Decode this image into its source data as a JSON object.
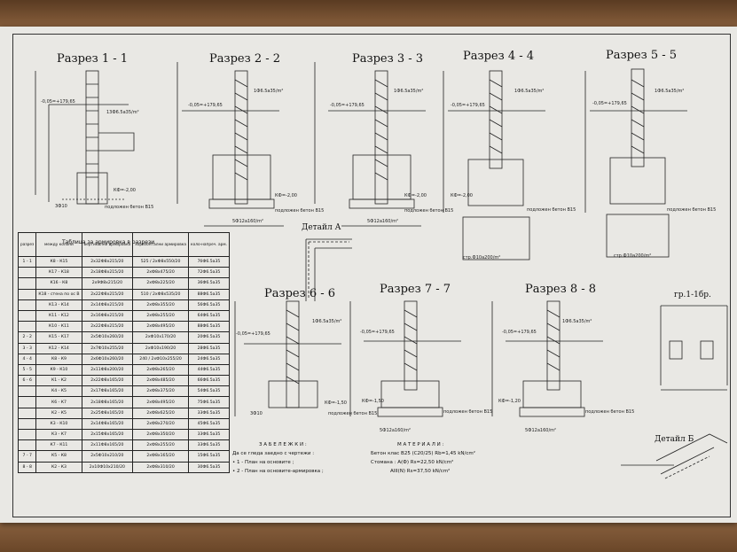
{
  "sections": [
    {
      "title": "Разрез 1 - 1",
      "level": "-0,05=+179,65",
      "anchor": "13Ф6.5a35/m²",
      "kf": "КФ=-2,00",
      "beton": "подложен бетон В15",
      "bottom": "3Ф10"
    },
    {
      "title": "Разрез 2 - 2",
      "level": "-0,05=+179,65",
      "anchor": "1Ф6.5a35/m²",
      "kf": "КФ=-2,00",
      "beton": "подложен бетон В15",
      "bottom": "5Ф12a160/m²"
    },
    {
      "title": "Разрез 3 - 3",
      "level": "-0,05=+179,65",
      "anchor": "1Ф6.5a35/m²",
      "kf": "КФ=-2,00",
      "beton": "подложен бетон В15",
      "bottom": "5Ф12a160/m²"
    },
    {
      "title": "Разрез 4 - 4",
      "level": "-0,05=+179,65",
      "anchor": "1Ф6.5a35/m²",
      "kf": "КФ=-2,00",
      "beton": "подложен бетон В15",
      "bottom": "стр.Ф10a200/m²"
    },
    {
      "title": "Разрез 5 - 5",
      "level": "-0,05=+179,65",
      "anchor": "1Ф6.5a35/m²",
      "kf": "",
      "beton": "подложен бетон В15",
      "bottom": "стр.Ф10a200/m²"
    },
    {
      "title": "Разрез 6 - 6",
      "level": "-0,05=+179,65",
      "anchor": "1Ф6.5a35/m²",
      "kf": "КФ=-1,50",
      "beton": "подложен бетон В15",
      "bottom": "3Ф10"
    },
    {
      "title": "Разрез 7 - 7",
      "level": "-0,05=+179,65",
      "anchor": "",
      "kf": "КФ=-1,50",
      "beton": "подложен бетон В15",
      "bottom": "5Ф12a160/m²"
    },
    {
      "title": "Разрез 8 - 8",
      "level": "-0,05=+179,65",
      "anchor": "1Ф6.5a35/m²",
      "kf": "КФ=-1,20",
      "beton": "подложен бетон В15",
      "bottom": "5Ф12a160/m²"
    }
  ],
  "details": {
    "a": "Детайл А",
    "b": "Детайл Б",
    "gr": "гр.1-1бр."
  },
  "table": {
    "caption": "Таблица за армировка в разрези",
    "headers": [
      "разрез",
      "между колони",
      "вертикални армировка",
      "хоризонтални армировка",
      "коло-напреч. арм."
    ],
    "rows": [
      {
        "section": "1 - 1",
        "between": "К8 - К15",
        "vert": "2x32Ф8x215/20",
        "horiz": "525 / 2xФ8x550/20",
        "stir": "7бФ6.5a35"
      },
      {
        "section": "",
        "between": "К17 - К18",
        "vert": "2x18Ф8x215/20",
        "horiz": "2xФ8x475/20",
        "stir": "72Ф6.5a35"
      },
      {
        "section": "",
        "between": "К16 - К8",
        "vert": "2x9Ф8x215/20",
        "horiz": "2xФ8x225/20",
        "stir": "36Ф6.5a35"
      },
      {
        "section": "",
        "between": "К18 - стена по ос В",
        "vert": "2x22Ф8x215/20",
        "horiz": "510 / 2xФ8x535/20",
        "stir": "88Ф6.5a35"
      },
      {
        "section": "",
        "between": "К13 - К14",
        "vert": "2x14Ф8x215/20",
        "horiz": "2xФ8x355/20",
        "stir": "56Ф6.5a35"
      },
      {
        "section": "",
        "between": "К11 - К12",
        "vert": "2x16Ф8x215/20",
        "horiz": "2xФ8x255/20",
        "stir": "64Ф6.5a35"
      },
      {
        "section": "",
        "between": "К10 - К11",
        "vert": "2x22Ф8x215/20",
        "horiz": "2xФ8x495/20",
        "stir": "88Ф6.5a35"
      },
      {
        "section": "2 - 2",
        "between": "К15 - К17",
        "vert": "2x5Ф10x260/20",
        "horiz": "2xФ10x170/20",
        "stir": "20Ф6.5a35"
      },
      {
        "section": "3 - 3",
        "between": "К12 - К14",
        "vert": "2x7Ф10x255/20",
        "horiz": "2xФ10x190/20",
        "stir": "28Ф6.5a35"
      },
      {
        "section": "4 - 4",
        "between": "К8 - К9",
        "vert": "2x6Ф10x260/20",
        "horiz": "240 / 2xФ10x255/20",
        "stir": "24Ф6.5a35"
      },
      {
        "section": "5 - 5",
        "between": "К9 - К10",
        "vert": "2x11Ф8x200/20",
        "horiz": "2xФ8x265/20",
        "stir": "44Ф6.5a35"
      },
      {
        "section": "6 - 6",
        "between": "К1 - К2",
        "vert": "2x22Ф8x165/20",
        "horiz": "2xФ8x485/20",
        "stir": "66Ф6.5a35"
      },
      {
        "section": "",
        "between": "К4 - К5",
        "vert": "2x17Ф8x165/20",
        "horiz": "2xФ8x375/20",
        "stir": "54Ф6.5a35"
      },
      {
        "section": "",
        "between": "К6 - К7",
        "vert": "2x18Ф8x165/20",
        "horiz": "2xФ8x495/20",
        "stir": "75Ф6.5a35"
      },
      {
        "section": "",
        "between": "К2 - К5",
        "vert": "2x25Ф8x165/20",
        "horiz": "2xФ8x625/20",
        "stir": "33Ф6.5a35"
      },
      {
        "section": "",
        "between": "К3 - К10",
        "vert": "2x14Ф8x165/20",
        "horiz": "2xФ8x270/20",
        "stir": "45Ф6.5a35"
      },
      {
        "section": "",
        "between": "К3 - К7",
        "vert": "2x15Ф8x165/20",
        "horiz": "2xФ8x350/20",
        "stir": "33Ф6.5a35"
      },
      {
        "section": "",
        "between": "К7 - К11",
        "vert": "2x11Ф8x165/20",
        "horiz": "2xФ8x255/20",
        "stir": "33Ф6.5a35"
      },
      {
        "section": "7 - 7",
        "between": "К5 - К8",
        "vert": "2x5Ф10x210/20",
        "horiz": "2xФ8x165/20",
        "stir": "15Ф6.5a35"
      },
      {
        "section": "8 - 8",
        "between": "К2 - К3",
        "vert": "2x10Ф10x210/20",
        "horiz": "2xФ8x310/20",
        "stir": "30Ф6.5a35"
      }
    ]
  },
  "notes": {
    "title": "З А Б Е Л Е Ж К И :",
    "intro": "Да се гледа заедно с чертежи :",
    "items": [
      "1 - План на основите ;",
      "2 - План на основите-армировка ;"
    ]
  },
  "materials": {
    "title": "М А Т Е Р И А Л И :",
    "concrete": "Бетон клас В25 (C20/25)  Rb=1,45 kN/cm²",
    "steel1": "Стомана : А(Ф)  Rs=22,50 kN/cm²",
    "steel2": "АIII(N)  Rs=37,50 kN/cm²"
  }
}
